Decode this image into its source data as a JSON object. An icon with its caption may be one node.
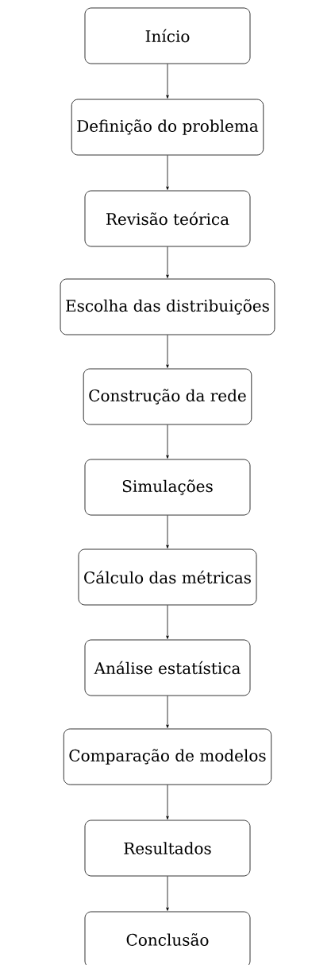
{
  "diagram": {
    "nodes": [
      {
        "text": [
          "Início"
        ]
      },
      {
        "text": [
          "Definição do problema"
        ]
      },
      {
        "text": [
          "Revisão teórica"
        ]
      },
      {
        "text": [
          "Escolha das distribuições"
        ]
      },
      {
        "text": [
          "Construção da rede"
        ]
      },
      {
        "text": [
          "Simulações"
        ]
      },
      {
        "text": [
          "Cálculo das métricas"
        ]
      },
      {
        "text": [
          "Análise estatística"
        ]
      },
      {
        "text": [
          "Comparação de modelos"
        ]
      },
      {
        "text": [
          "Resultados"
        ]
      },
      {
        "text": [
          "Conclusão"
        ]
      }
    ],
    "edges": [
      {
        "from": 0,
        "to": 1,
        "arrow": "to"
      },
      {
        "from": 1,
        "to": 2,
        "arrow": "to"
      },
      {
        "from": 2,
        "to": 3,
        "arrow": "to"
      },
      {
        "from": 3,
        "to": 4,
        "arrow": "to"
      },
      {
        "from": 4,
        "to": 5,
        "arrow": "to"
      },
      {
        "from": 5,
        "to": 6,
        "arrow": "to"
      },
      {
        "from": 6,
        "to": 7,
        "arrow": "to"
      },
      {
        "from": 7,
        "to": 8,
        "arrow": "to"
      },
      {
        "from": 8,
        "to": 9,
        "arrow": "to"
      },
      {
        "from": 9,
        "to": 10,
        "arrow": "to"
      }
    ]
  }
}
